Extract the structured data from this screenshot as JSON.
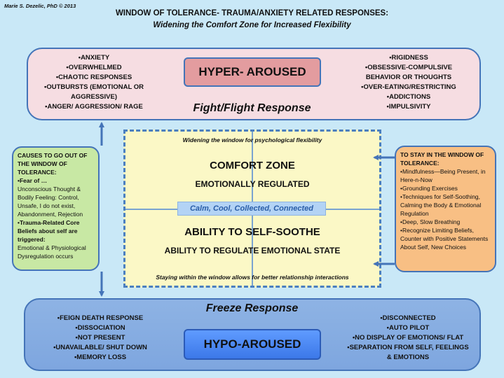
{
  "copyright": "Marie S. Dezelic, PhD © 2013",
  "title": "WINDOW OF TOLERANCE- TRAUMA/ANXIETY RELATED RESPONSES:",
  "subtitle": "Widening the Comfort Zone for Increased Flexibility",
  "hyper": {
    "label": "HYPER- AROUSED",
    "response": "Fight/Flight Response",
    "left_items": [
      "•ANXIETY",
      "•OVERWHELMED",
      "•CHAOTIC RESPONSES",
      "•OUTBURSTS (EMOTIONAL OR",
      "AGGRESSIVE)",
      "•ANGER/ AGGRESSION/ RAGE"
    ],
    "right_items": [
      "•RIGIDNESS",
      "•OBSESSIVE-COMPULSIVE",
      "BEHAVIOR OR THOUGHTS",
      "•OVER-EATING/RESTRICTING",
      "•ADDICTIONS",
      "•IMPULSIVITY"
    ]
  },
  "window": {
    "top_note": "Widening the window for psychological flexibility",
    "comfort_zone": "COMFORT ZONE",
    "regulated": "EMOTIONALLY REGULATED",
    "calm": "Calm, Cool, Collected, Connected",
    "self_soothe": "ABILITY TO SELF-SOOTHE",
    "regulate": "ABILITY TO REGULATE EMOTIONAL STATE",
    "bottom_note": "Staying within the window allows for better relationship interactions"
  },
  "causes": {
    "heading": "CAUSES TO GO OUT OF THE WINDOW OF TOLERANCE:",
    "fear_heading": "•Fear of …",
    "fear_text": "Unconscious Thought & Bodily Feeling: Control, Unsafe, I do not exist, Abandonment, Rejection",
    "core_heading": "•Trauma-Related Core Beliefs about self are triggered:",
    "core_text": "Emotional & Physiological Dysregulation occurs"
  },
  "stay": {
    "heading": "TO STAY IN THE WINDOW OF TOLERANCE:",
    "items": [
      "•Mindfulness—Being Present, in Here-n-Now",
      "•Grounding Exercises",
      "•Techniques for Self-Soothing, Calming the Body & Emotional Regulation",
      "•Deep, Slow Breathing",
      "•Recognize Limiting Beliefs, Counter with Positive Statements About Self, New Choices"
    ]
  },
  "hypo": {
    "label": "HYPO-AROUSED",
    "response": "Freeze Response",
    "left_items": [
      "•FEIGN DEATH RESPONSE",
      "•DISSOCIATION",
      "•NOT PRESENT",
      "•UNAVAILABLE/ SHUT DOWN",
      "•MEMORY LOSS"
    ],
    "right_items": [
      "•DISCONNECTED",
      "•AUTO PILOT",
      "•NO DISPLAY OF EMOTIONS/ FLAT",
      "•SEPARATION FROM SELF, FEELINGS",
      "& EMOTIONS"
    ]
  },
  "colors": {
    "background": "#c9e8f7",
    "hyper_box": "#f6dde2",
    "hyper_label": "#e39c9f",
    "hypo_box": "#8eb3e4",
    "hypo_label": "#4a86f0",
    "window": "#fbf8c6",
    "causes_box": "#c8e8a4",
    "stay_box": "#f8bf84",
    "border": "#4474b8"
  }
}
